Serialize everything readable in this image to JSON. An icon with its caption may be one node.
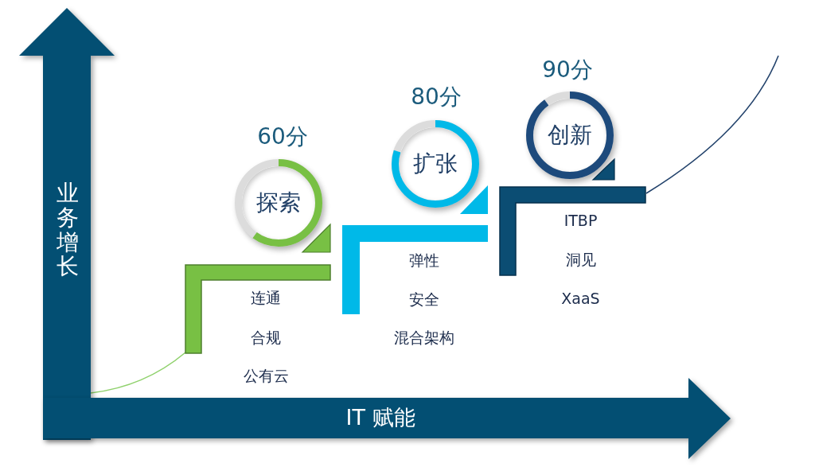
{
  "diagram": {
    "nodes": [
      {
        "text": [
          "业务增长"
        ]
      },
      {
        "text": [
          "IT 赋能"
        ]
      },
      {
        "text": [
          "探索"
        ],
        "beside": [
          "60分"
        ]
      },
      {
        "text": [
          "连通",
          "合规",
          "公有云"
        ]
      },
      {
        "text": [
          "扩张"
        ],
        "beside": [
          "80分"
        ]
      },
      {
        "text": [
          "弹性",
          "安全",
          "混合架构"
        ]
      },
      {
        "text": [
          "创新"
        ],
        "beside": [
          "90分"
        ]
      },
      {
        "text": [
          "ITBP",
          "洞见",
          "XaaS"
        ]
      }
    ],
    "edges": [
      {
        "from": 0,
        "to": 3,
        "arrow": "none",
        "color": "#8fd16c"
      },
      {
        "from": 7,
        "to": null,
        "arrow": "none",
        "color": "#23436c"
      }
    ]
  }
}
